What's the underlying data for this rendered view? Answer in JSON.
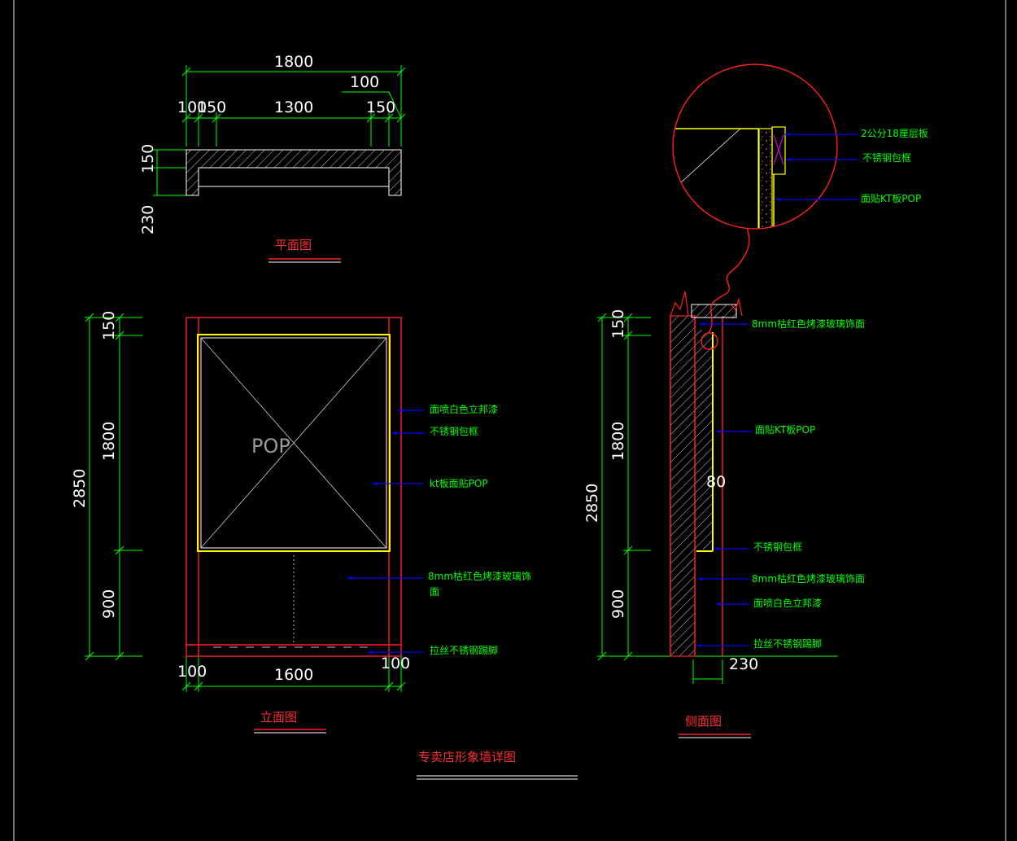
{
  "plan": {
    "dims": {
      "total": "1800",
      "d100_top": "100",
      "d100_left": "100",
      "d150_left": "150",
      "d1300": "1300",
      "d150_right": "150",
      "h150": "150",
      "h230": "230"
    },
    "title": "平面图"
  },
  "elevation": {
    "dims": {
      "h2850": "2850",
      "h150": "150",
      "h1800": "1800",
      "h900": "900",
      "w100_left": "100",
      "w1600": "1600",
      "w100_right": "100"
    },
    "pop_label": "POP",
    "notes": {
      "paint": "面喷白色立邦漆",
      "frame": "不锈钢包框",
      "kt": "kt板面贴POP",
      "glass_1": "8mm枯红色烤漆玻璃饰",
      "glass_2": "面",
      "skirting": "拉丝不锈钢踢脚"
    },
    "title": "立面图"
  },
  "side": {
    "dims": {
      "h2850": "2850",
      "h150": "150",
      "h1800": "1800",
      "h900": "900",
      "d80": "80",
      "w230": "230"
    },
    "notes": {
      "glass_top": "8mm枯红色烤漆玻璃饰面",
      "kt": "面贴KT板POP",
      "frame": "不锈钢包框",
      "glass_mid": "8mm枯红色烤漆玻璃饰面",
      "paint": "面喷白色立邦漆",
      "skirting": "拉丝不锈钢踢脚"
    },
    "detail_notes": {
      "plywood": "2公分18厘层板",
      "frame": "不锈钢包框",
      "kt": "面贴KT板POP"
    },
    "title": "侧面图"
  },
  "drawing_title": "专卖店形象墙详图"
}
